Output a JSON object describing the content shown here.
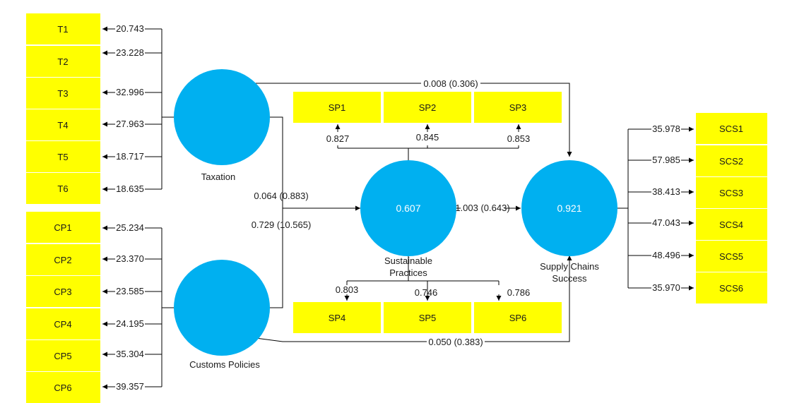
{
  "colors": {
    "indicator_fill": "#ffff00",
    "latent_fill": "#00b0f0",
    "line": "#000000",
    "r2_text": "#ffffff"
  },
  "latents": {
    "taxation": {
      "label": "Taxation",
      "r2": ""
    },
    "customs": {
      "label": "Customs Policies",
      "r2": ""
    },
    "sp": {
      "label_line1": "Sustainable",
      "label_line2": "Practices",
      "r2": "0.607"
    },
    "scs": {
      "label_line1": "Supply Chains",
      "label_line2": "Success",
      "r2": "0.921"
    }
  },
  "taxation_indicators": [
    {
      "name": "T1",
      "value": "20.743"
    },
    {
      "name": "T2",
      "value": "23.228"
    },
    {
      "name": "T3",
      "value": "32.996"
    },
    {
      "name": "T4",
      "value": "27.963"
    },
    {
      "name": "T5",
      "value": "18.717"
    },
    {
      "name": "T6",
      "value": "18.635"
    }
  ],
  "customs_indicators": [
    {
      "name": "CP1",
      "value": "25.234"
    },
    {
      "name": "CP2",
      "value": "23.370"
    },
    {
      "name": "CP3",
      "value": "23.585"
    },
    {
      "name": "CP4",
      "value": "24.195"
    },
    {
      "name": "CP5",
      "value": "35.304"
    },
    {
      "name": "CP6",
      "value": "39.357"
    }
  ],
  "sp_top_indicators": [
    {
      "name": "SP1",
      "value": "0.827"
    },
    {
      "name": "SP2",
      "value": "0.845"
    },
    {
      "name": "SP3",
      "value": "0.853"
    }
  ],
  "sp_bottom_indicators": [
    {
      "name": "SP4",
      "value": "0.803"
    },
    {
      "name": "SP5",
      "value": "0.746"
    },
    {
      "name": "SP6",
      "value": "0.786"
    }
  ],
  "scs_indicators": [
    {
      "name": "SCS1",
      "value": "35.978"
    },
    {
      "name": "SCS2",
      "value": "57.985"
    },
    {
      "name": "SCS3",
      "value": "38.413"
    },
    {
      "name": "SCS4",
      "value": "47.043"
    },
    {
      "name": "SCS5",
      "value": "48.496"
    },
    {
      "name": "SCS6",
      "value": "35.970"
    }
  ],
  "paths": {
    "taxation_to_scs": "0.008 (0.306)",
    "taxation_to_sp": "0.064 (0.883)",
    "customs_to_sp": "0.729 (10.565)",
    "sp_to_scs": "1.003 (0.643)",
    "customs_to_scs": "0.050 (0.383)"
  }
}
